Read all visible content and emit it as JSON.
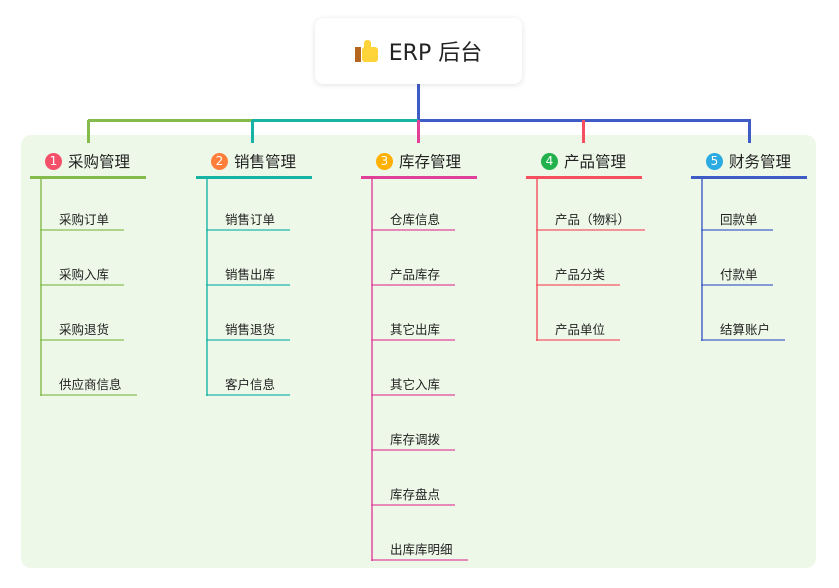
{
  "root": {
    "title": "ERP 后台",
    "icon": "thumbs-up-icon"
  },
  "categories": [
    {
      "number": "1",
      "label": "采购管理",
      "color": "#84bb4c",
      "badge_color": "#f5506a",
      "children": [
        "采购订单",
        "采购入库",
        "采购退货",
        "供应商信息"
      ]
    },
    {
      "number": "2",
      "label": "销售管理",
      "color": "#17b4a6",
      "badge_color": "#ff7f3a",
      "children": [
        "销售订单",
        "销售出库",
        "销售退货",
        "客户信息"
      ]
    },
    {
      "number": "3",
      "label": "库存管理",
      "color": "#e0409a",
      "badge_color": "#ffb000",
      "children": [
        "仓库信息",
        "产品库存",
        "其它出库",
        "其它入库",
        "库存调拨",
        "库存盘点",
        "出库库明细"
      ]
    },
    {
      "number": "4",
      "label": "产品管理",
      "color": "#f5505f",
      "badge_color": "#22b14c",
      "children": [
        "产品（物料）",
        "产品分类",
        "产品单位"
      ]
    },
    {
      "number": "5",
      "label": "财务管理",
      "color": "#3f5bc6",
      "badge_color": "#2aabe2",
      "children": [
        "回款单",
        "付款单",
        "结算账户"
      ]
    }
  ]
}
